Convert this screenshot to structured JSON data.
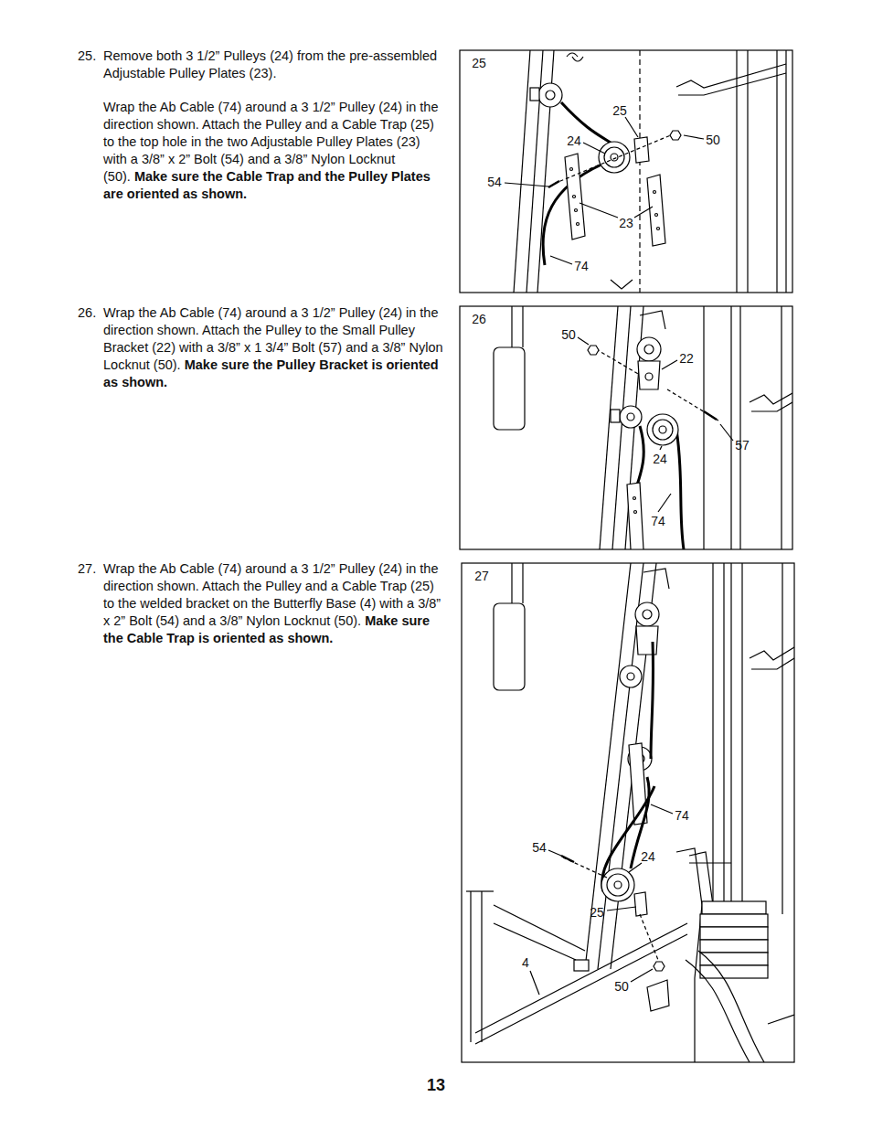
{
  "diagram": {
    "labels": [
      "25.",
      "Remove both 3 1/2” Pulleys (24) from the pre-assembled Adjustable Pulley Plates (23).",
      "Wrap the Ab Cable (74) around a 3 1/2” Pulley (24) in the direction shown. Attach the Pulley and a Cable Trap (25) to the top hole in the two Adjustable Pulley Plates (23) with a 3/8” x 2” Bolt (54) and a 3/8” Nylon Locknut (50).",
      "Make sure the Cable Trap and the Pulley Plates are oriented as shown.",
      "26.",
      "Wrap the Ab Cable (74) around a 3 1/2” Pulley (24) in the direction shown. Attach the Pulley to the Small Pulley Bracket (22) with a 3/8” x 1 3/4” Bolt (57) and a 3/8” Nylon Locknut (50).",
      "Make sure the Pulley Bracket is oriented as shown.",
      "27.",
      "Wrap the Ab Cable (74) around a 3 1/2” Pulley (24) in the direction shown. Attach the Pulley and a Cable Trap (25) to the welded bracket on the Butterfly Base (4) with a 3/8” x 2” Bolt (54) and a 3/8” Nylon Locknut (50).",
      "Make sure the Cable Trap is oriented as shown.",
      "25",
      "25",
      "24",
      "50",
      "54",
      "23",
      "74",
      "26",
      "50",
      "22",
      "57",
      "24",
      "74",
      "27",
      "74",
      "54",
      "24",
      "25",
      "4",
      "50",
      "13"
    ]
  }
}
